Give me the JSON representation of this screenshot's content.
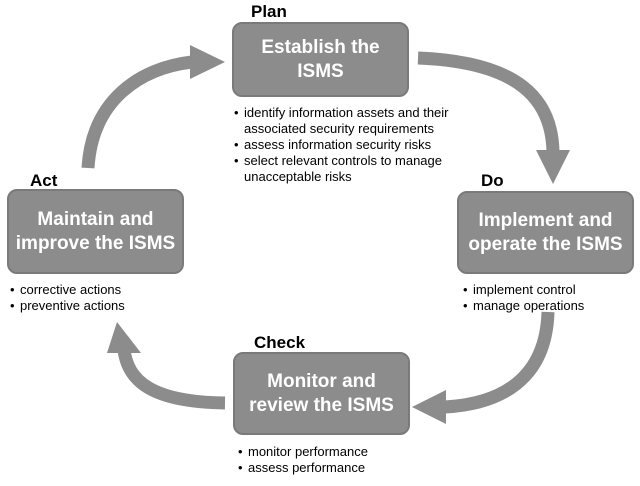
{
  "phases": {
    "plan": {
      "label": "Plan",
      "box": "Establish the\nISMS",
      "bullets": [
        "identify information assets and their\nassociated security requirements",
        "assess information security risks",
        "select relevant controls to manage\nunacceptable risks"
      ]
    },
    "do": {
      "label": "Do",
      "box": "Implement and\noperate the  ISMS",
      "bullets": [
        "implement control",
        "manage operations"
      ]
    },
    "check": {
      "label": "Check",
      "box": "Monitor and\nreview the ISMS",
      "bullets": [
        "monitor performance",
        "assess performance"
      ]
    },
    "act": {
      "label": "Act",
      "box": "Maintain and\nimprove the ISMS",
      "bullets": [
        "corrective actions",
        "preventive actions"
      ]
    }
  },
  "colors": {
    "box_fill": "#8c8c8c",
    "arrow": "#8c8c8c",
    "box_text": "#ffffff"
  }
}
